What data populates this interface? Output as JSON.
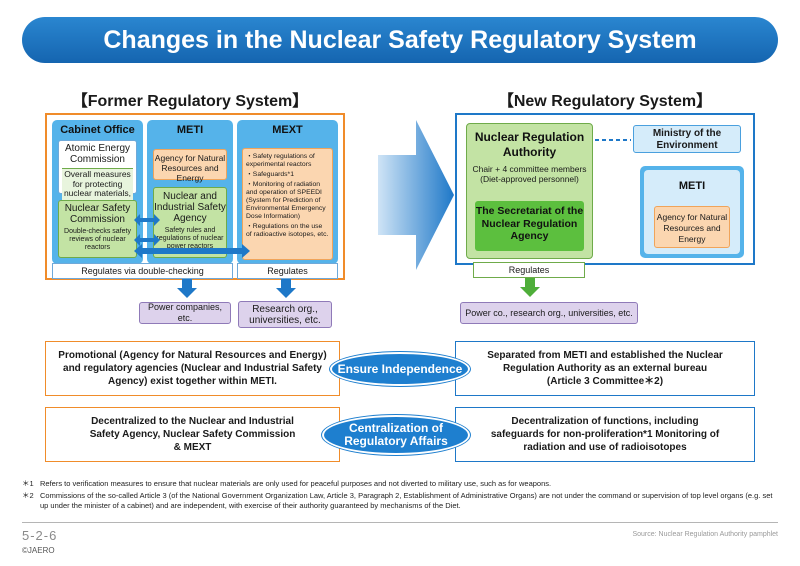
{
  "title": "Changes in the Nuclear Safety Regulatory System",
  "former": {
    "heading": "【Former Regulatory System】",
    "cabinet": {
      "head": "Cabinet Office",
      "aec_name": "Atomic Energy Commission",
      "aec_desc": "Overall measures for protecting nuclear materials, etc.",
      "nsc_name": "Nuclear Safety Commission",
      "nsc_desc": "Double-checks safety reviews of nuclear reactors"
    },
    "meti": {
      "head": "METI",
      "anre": "Agency for Natural Resources and Energy",
      "nisa_name": "Nuclear and Industrial Safety Agency",
      "nisa_desc": "Safety rules and regulations of nuclear power reactors"
    },
    "mext": {
      "head": "MEXT",
      "items": [
        "・Safety regulations of experimental reactors",
        "・Safeguards*1",
        "・Monitoring of radiation and operation of SPEEDI (System for Prediction of Environmental Emergency Dose Information)",
        "・Regulations on the use of radioactive isotopes, etc."
      ]
    },
    "reg_double": "Regulates via double-checking",
    "reg": "Regulates",
    "target1": "Power companies, etc.",
    "target2": "Research org., universities, etc."
  },
  "new": {
    "heading": "【New Regulatory System】",
    "nra_name": "Nuclear Regulation Authority",
    "nra_members": "Chair + 4 committee members",
    "nra_note": "(Diet-approved personnel)",
    "secretariat": "The Secretariat of the Nuclear Regulation Agency",
    "moe": "Ministry of the Environment",
    "meti_head": "METI",
    "anre": "Agency for Natural Resources and Energy",
    "reg": "Regulates",
    "target": "Power co., research org., universities, etc."
  },
  "compare": {
    "row1_left": "Promotional (Agency for Natural Resources and Energy) and regulatory agencies (Nuclear and Industrial Safety Agency) exist together within METI.",
    "row1_label": "Ensure Independence",
    "row1_right": "Separated from METI and established the Nuclear Regulation Authority as an external bureau (Article 3 Committee＊2)",
    "row2_left": "Decentralized to the Nuclear and Industrial Safety Agency, Nuclear Safety Commission & MEXT",
    "row2_label": "Centralization of Regulatory Affairs",
    "row2_right": "Decentralization of functions, including safeguards for non-proliferation*1 Monitoring of radiation and use of radioisotopes"
  },
  "notes": {
    "n1_mark": "＊1",
    "n1": "Refers to verification measures to ensure that nuclear materials are only used for peaceful purposes and not diverted to military use, such as for weapons.",
    "n2_mark": "＊2",
    "n2": "Commissions of the so-called Article 3 (of the National Government Organization Law, Article 3, Paragraph 2, Establishment of Administrative Organs) are not under the command or supervision of top level organs (e.g. set up under the minister of a cabinet) and are independent, with exercise of their authority guaranteed by mechanisms of the Diet."
  },
  "footer": {
    "code": "5-2-6",
    "copyright": "©JAERO",
    "source": "Source: Nuclear Regulation Authority pamphlet"
  },
  "colors": {
    "accent": "#1e78c8",
    "orange": "#f08c2a",
    "green": "#4fae3a",
    "purple": "#ddd2ec"
  }
}
